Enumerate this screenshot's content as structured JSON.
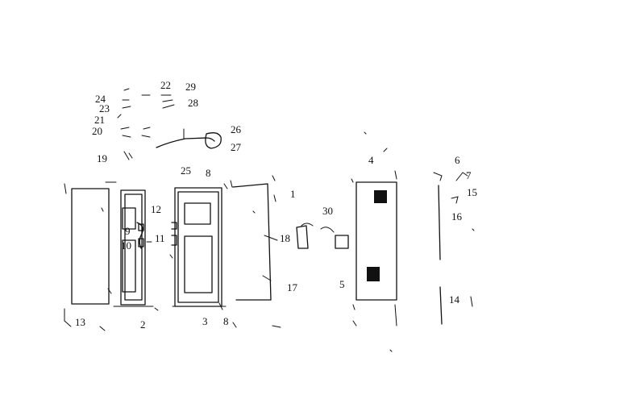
{
  "labels": {
    "n1": "1",
    "n2": "2",
    "n3": "3",
    "n4": "4",
    "n5": "5",
    "n6": "6",
    "n7": "7",
    "n8a": "8",
    "n8b": "8",
    "n9": "9",
    "n10": "10",
    "n11": "11",
    "n12": "12",
    "n13": "13",
    "n14": "14",
    "n15": "15",
    "n16": "16",
    "n17": "17",
    "n18": "18",
    "n19": "19",
    "n20": "20",
    "n21": "21",
    "n22": "22",
    "n23": "23",
    "n24": "24",
    "n25": "25",
    "n26": "26",
    "n27": "27",
    "n28": "28",
    "n29": "29",
    "n30": "30"
  }
}
